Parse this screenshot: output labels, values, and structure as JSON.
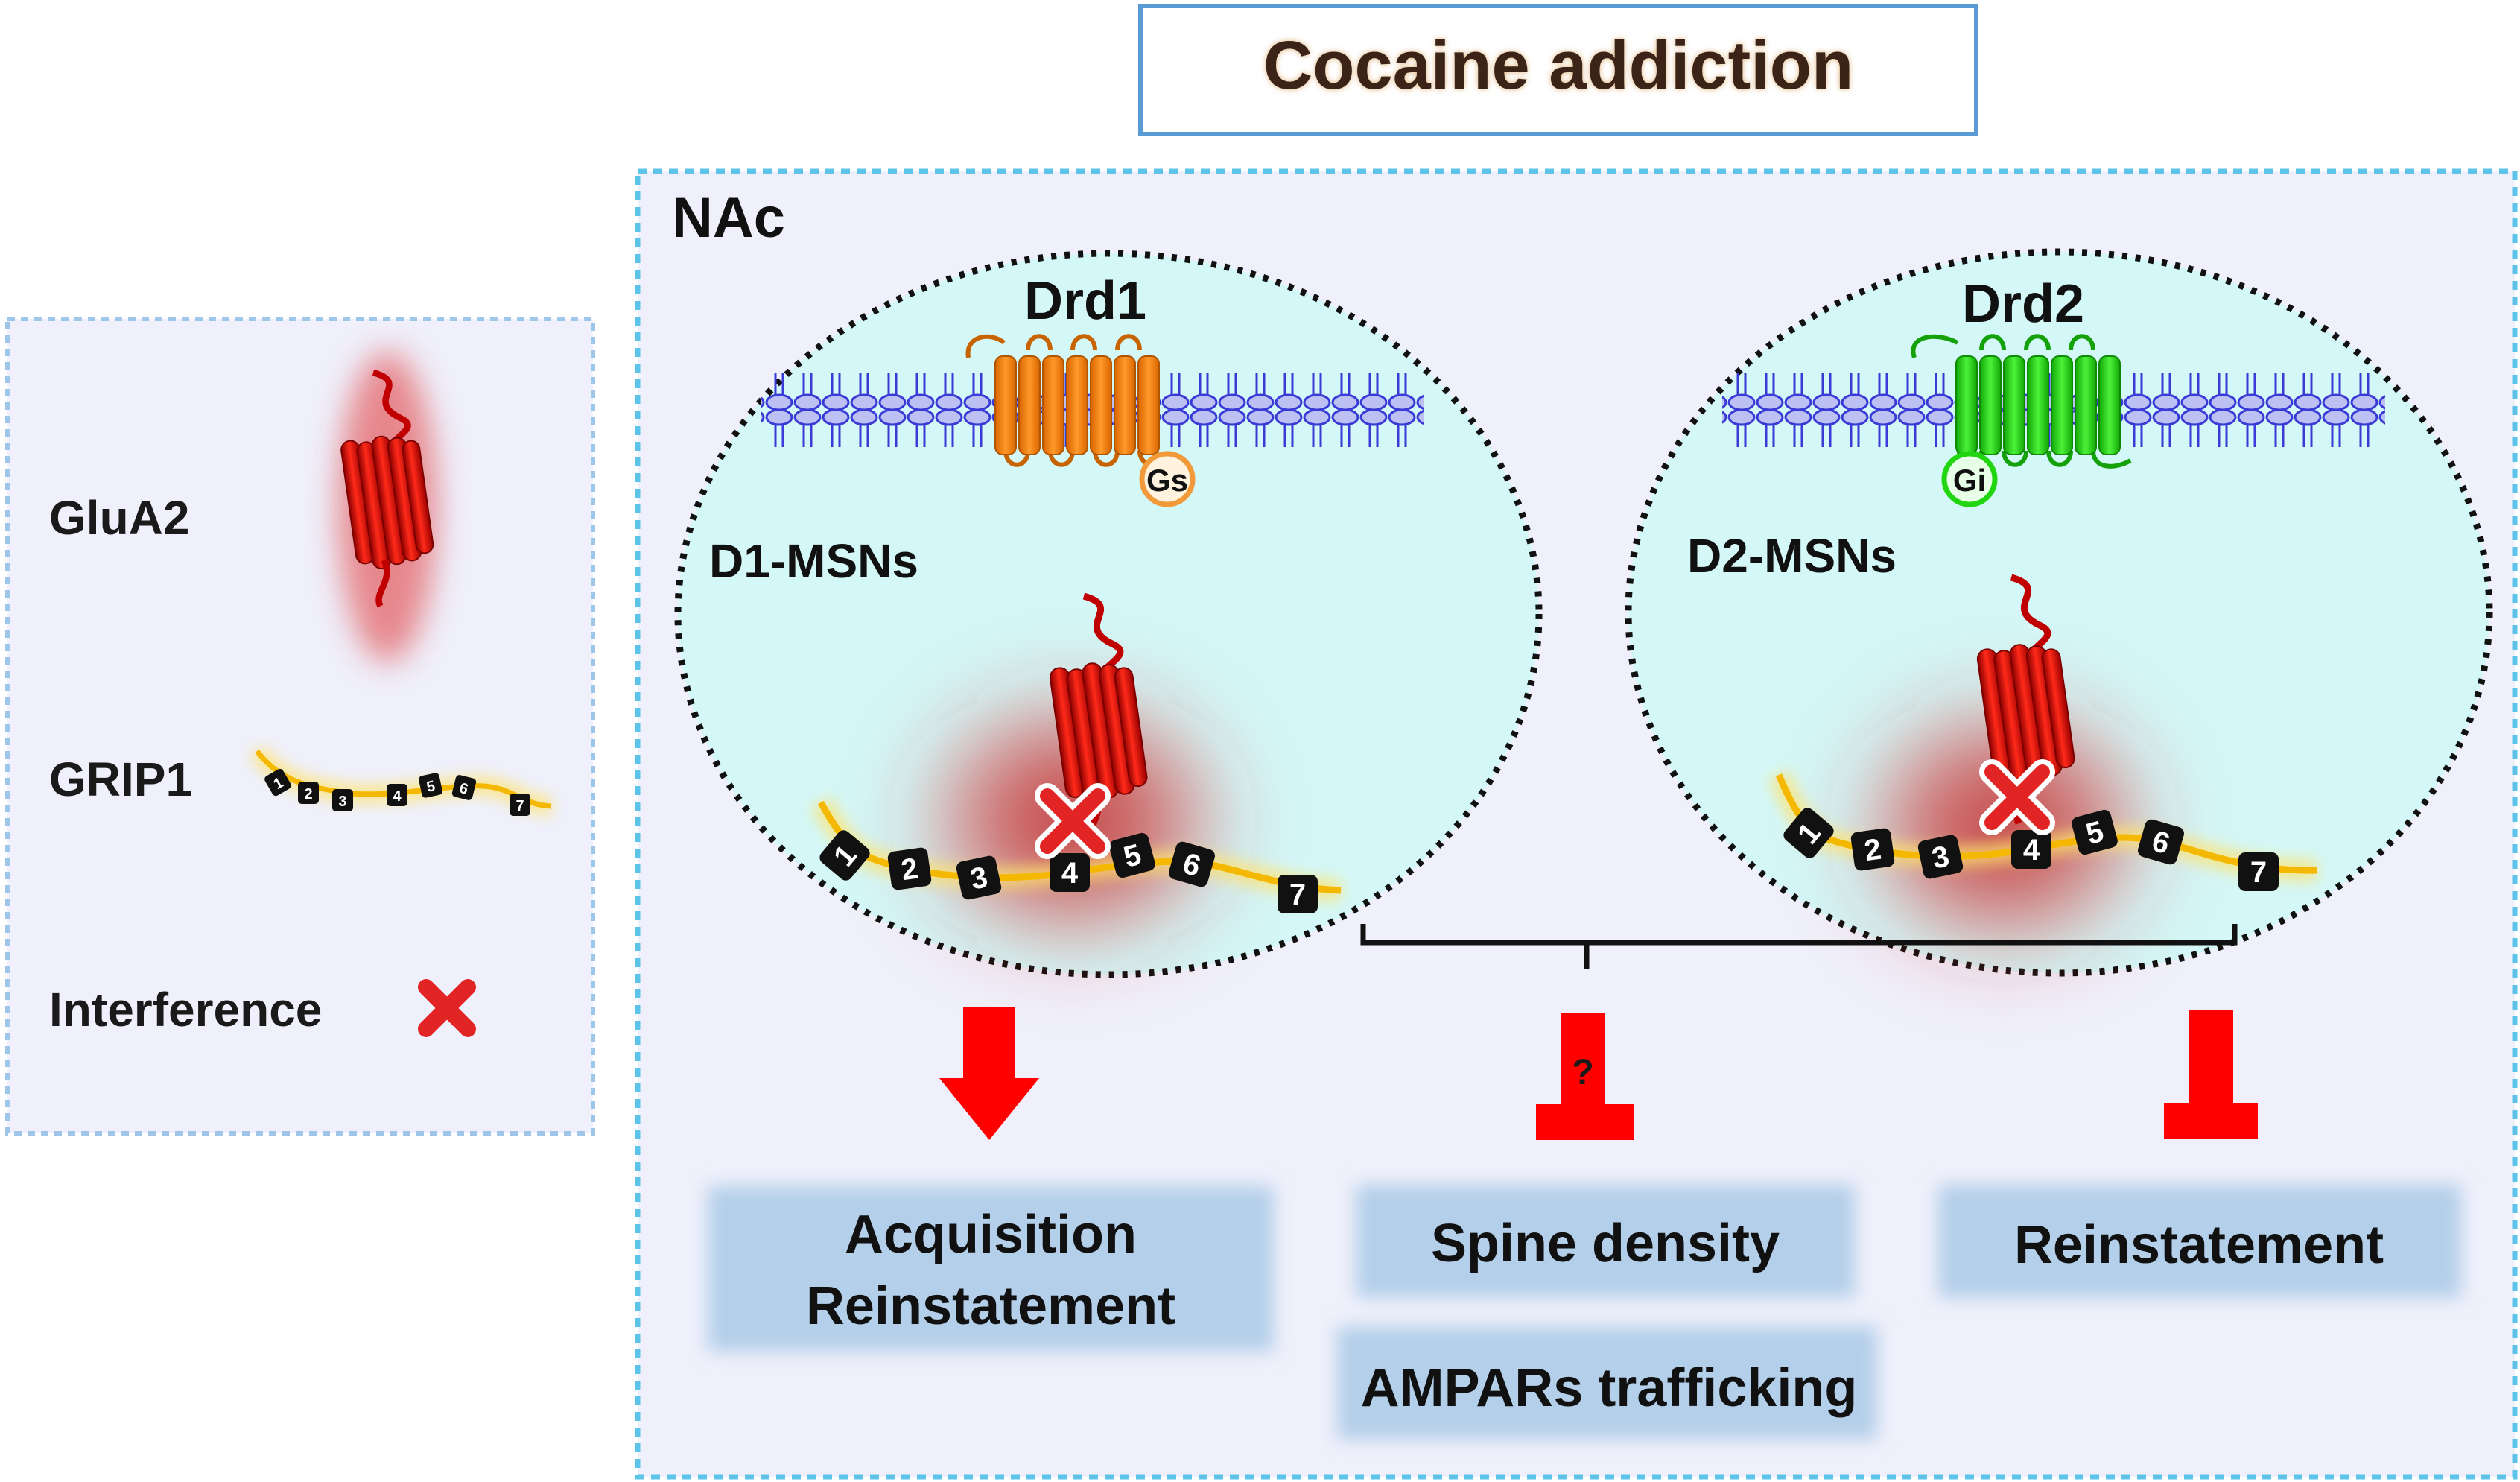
{
  "title": "Cocaine addiction",
  "legend": {
    "glua2_label": "GluA2",
    "grip1_label": "GRIP1",
    "interference_label": "Interference",
    "grip1_domains": [
      "1",
      "2",
      "3",
      "4",
      "5",
      "6",
      "7"
    ]
  },
  "region_label": "NAc",
  "d1": {
    "receptor_label": "Drd1",
    "gprotein_label": "Gs",
    "cell_label": "D1-MSNs",
    "domains": [
      "1",
      "2",
      "3",
      "4",
      "5",
      "6",
      "7"
    ],
    "outcome_line1": "Acquisition",
    "outcome_line2": "Reinstatement"
  },
  "d2": {
    "receptor_label": "Drd2",
    "gprotein_label": "Gi",
    "cell_label": "D2-MSNs",
    "domains": [
      "1",
      "2",
      "3",
      "4",
      "5",
      "6",
      "7"
    ],
    "outcome": "Reinstatement"
  },
  "shared": {
    "question_mark": "?",
    "outcome1": "Spine density",
    "outcome2": "AMPARs trafficking"
  },
  "colors": {
    "title_border": "#5b9bd5",
    "panel_border": "#5bc4e8",
    "panel_fill": "#eff0fb",
    "cell_fill": "#d4f7f7",
    "membrane": "#3a3ad6",
    "head_fill": "#bcc0f2",
    "drd1": "#ff7f00",
    "drd2": "#22d511",
    "glua2": "#e30000",
    "grip1": "#f5b800",
    "inhibit": "#ff0000",
    "outcome_box": "#b4cfe9"
  }
}
